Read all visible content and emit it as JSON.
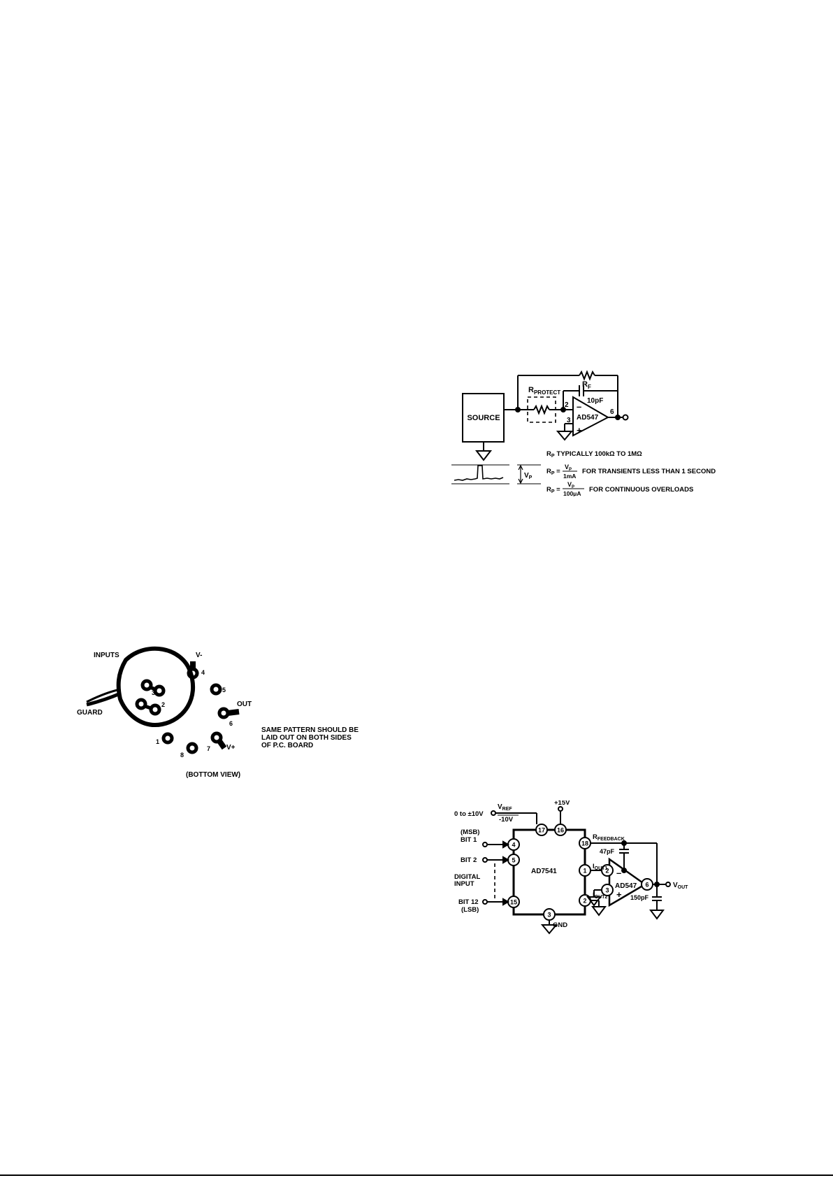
{
  "fig1": {
    "source": "SOURCE",
    "rprotect": "R",
    "rprotect_sub": "PROTECT",
    "rf": "R",
    "rf_sub": "F",
    "cap": "10pF",
    "pin2": "2",
    "pin3": "3",
    "pin6": "6",
    "opamp": "AD547",
    "minus": "–",
    "plus": "+",
    "vp": "V",
    "vp_sub": "P",
    "note1": "R",
    "note1_sub": "P",
    "note1_rest": "TYPICALLY 100kΩ TO 1MΩ",
    "eq1_lhs": "R",
    "eq1_lhs_sub": "P",
    "eq1_num": "V",
    "eq1_num_sub": "P",
    "eq1_den": "1mA",
    "eq1_text": "FOR TRANSIENTS LESS THAN 1 SECOND",
    "eq2_lhs": "R",
    "eq2_lhs_sub": "P",
    "eq2_num": "V",
    "eq2_num_sub": "P",
    "eq2_den": "100μA",
    "eq2_text": "FOR CONTINUOUS OVERLOADS"
  },
  "fig2": {
    "inputs": "INPUTS",
    "guard": "GUARD",
    "vminus": "V-",
    "vplus": "V+",
    "out": "OUT",
    "pin1": "1",
    "pin2": "2",
    "pin3": "3",
    "pin4": "4",
    "pin5": "5",
    "pin6": "6",
    "pin7": "7",
    "pin8": "8",
    "note_line1": "SAME PATTERN SHOULD BE",
    "note_line2": "LAID OUT ON BOTH SIDES",
    "note_line3": "OF P.C. BOARD",
    "bottom_view": "(BOTTOM VIEW)"
  },
  "fig3": {
    "vref_range": "0 to ±10V",
    "vref": "V",
    "vref_sub": "REF",
    "neg10": "-10V",
    "plus15": "+15V",
    "msb": "(MSB)",
    "bit1": "BIT 1",
    "bit2": "BIT 2",
    "digital": "DIGITAL",
    "input": "INPUT",
    "bit12": "BIT 12",
    "lsb": "(LSB)",
    "chip": "AD7541",
    "gnd": "GND",
    "rfeedback": "R",
    "rfeedback_sub": "FEEDBACK",
    "iout1": "I",
    "iout1_sub": "OUT1",
    "iout2": "I",
    "iout2_sub": "OUT2",
    "cap47": "47pF",
    "cap150": "150pF",
    "opamp": "AD547",
    "vout": "V",
    "vout_sub": "OUT",
    "minus": "–",
    "plus": "+",
    "pins": [
      "17",
      "16",
      "4",
      "5",
      "15",
      "18",
      "1",
      "2",
      "3",
      "2",
      "3",
      "6"
    ]
  }
}
